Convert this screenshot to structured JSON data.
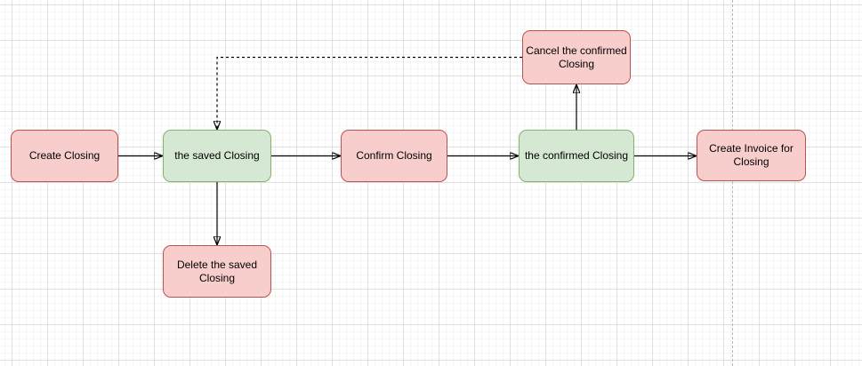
{
  "canvas": {
    "background": "#ffffff",
    "grid_minor_color": "#f5f5f5",
    "grid_major_color": "#e0e0e0",
    "page_divider_color": "#b5b5b5"
  },
  "palette": {
    "action_fill": "#f8cecc",
    "action_stroke": "#b85450",
    "state_fill": "#d5e8d4",
    "state_stroke": "#82b366",
    "edge_color": "#000000",
    "text_color": "#000000"
  },
  "diagram": {
    "nodes": [
      {
        "id": "create-closing",
        "label": "Create Closing",
        "kind": "action",
        "fill": "#f8cecc",
        "stroke": "#b85450"
      },
      {
        "id": "saved-closing",
        "label": "the saved Closing",
        "kind": "state",
        "fill": "#d5e8d4",
        "stroke": "#82b366"
      },
      {
        "id": "confirm-closing",
        "label": "Confirm Closing",
        "kind": "action",
        "fill": "#f8cecc",
        "stroke": "#b85450"
      },
      {
        "id": "confirmed-closing",
        "label": "the confirmed Closing",
        "kind": "state",
        "fill": "#d5e8d4",
        "stroke": "#82b366"
      },
      {
        "id": "create-invoice",
        "label": "Create Invoice for Closing",
        "kind": "action",
        "fill": "#f8cecc",
        "stroke": "#b85450"
      },
      {
        "id": "cancel-confirmed",
        "label": "Cancel the confirmed Closing",
        "kind": "action",
        "fill": "#f8cecc",
        "stroke": "#b85450"
      },
      {
        "id": "delete-saved",
        "label": "Delete the saved Closing",
        "kind": "action",
        "fill": "#f8cecc",
        "stroke": "#b85450"
      }
    ],
    "edges": [
      {
        "from": "create-closing",
        "to": "saved-closing",
        "style": "solid"
      },
      {
        "from": "saved-closing",
        "to": "confirm-closing",
        "style": "solid"
      },
      {
        "from": "confirm-closing",
        "to": "confirmed-closing",
        "style": "solid"
      },
      {
        "from": "confirmed-closing",
        "to": "create-invoice",
        "style": "solid"
      },
      {
        "from": "confirmed-closing",
        "to": "cancel-confirmed",
        "style": "solid"
      },
      {
        "from": "saved-closing",
        "to": "delete-saved",
        "style": "solid"
      },
      {
        "from": "cancel-confirmed",
        "to": "saved-closing",
        "style": "dashed"
      }
    ]
  }
}
